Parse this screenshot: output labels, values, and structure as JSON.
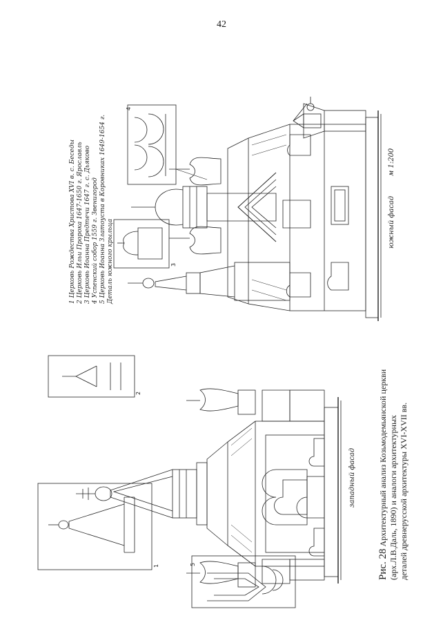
{
  "page_number": "42",
  "caption": {
    "figure_label": "Рис. 28",
    "line1": "Архитектурный анализ Козьмодемьянской церкви",
    "line2": "(арх.Л.В.Даль, 1890) и аналоги архитектурных",
    "line3": "деталей древнерусской архитектуры XVI-XVII вв."
  },
  "legend": {
    "items": [
      "1 Церковь Рождества Христова XVI в. с. Беседы",
      "2 Церковь Ильи Пророка 1647-1650 г. Ярославль",
      "3 Церковь Иоанна Предтечи 1647 г. с. Дьяково",
      "4 Успенский собор 1559 г. Звенигород",
      "5 Церковь Иоанна Златоуста в Коровниках 1649-1654 г.",
      "Деталь южного крыльца"
    ]
  },
  "facades": {
    "west": "западный фасад",
    "south": "южный фасад",
    "scale": "м 1:200"
  },
  "inset_numbers": [
    "1",
    "2",
    "3",
    "4",
    "5"
  ]
}
